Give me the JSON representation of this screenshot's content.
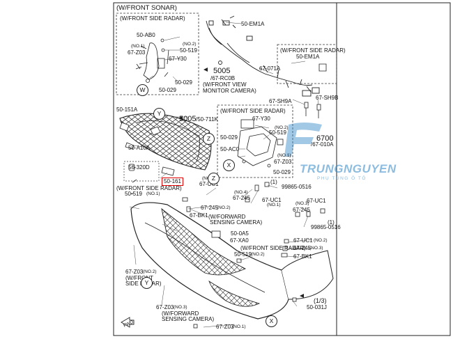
{
  "header": {
    "title": "(W/FRONT SONAR)"
  },
  "callout_left": {
    "title": "(W/FRONT SIDE RADAR)",
    "parts": [
      "50-AB0",
      "(NO.1)",
      "67-Z03",
      "(NO.2)",
      "50-519",
      "67-Y30",
      "50-029",
      "50-029"
    ],
    "circle": "W"
  },
  "harness": {
    "parts": [
      "50-EM1A",
      "5005",
      "/67-RC0B",
      "(W/FRONT VIEW",
      "MONITOR CAMERA)",
      "67-071A"
    ]
  },
  "callout_right_top": {
    "title": "(W/FRONT SIDE RADAR)",
    "part": "50-EM1A"
  },
  "connectors": {
    "parts": [
      "67-SH9A",
      "67-SH9B"
    ]
  },
  "grille": {
    "parts": [
      "50-151A",
      "5005",
      "/50-711K",
      "50-A10A",
      "56-320D",
      "50-161",
      "(W/FRONT SIDE RADAR)",
      "50-519",
      "(NO.1)"
    ],
    "circles": [
      "Y",
      "Z"
    ],
    "highlighted": "50-161"
  },
  "callout_mid": {
    "title": "(W/FRONT SIDE RADAR)",
    "parts": [
      "67-Y30",
      "(NO.2)",
      "50-519",
      "50-029",
      "50-AC0",
      "6700",
      "/67-010A",
      "(NO.1)",
      "67-Z03",
      "50-029"
    ],
    "circles": [
      "Z",
      "X"
    ]
  },
  "bumper_parts": {
    "labels": [
      "(NO.2)",
      "67-UC1",
      "67-245",
      "(NO.2)",
      "67-BK1",
      "(NO.4)",
      "67-245",
      "67-UC1",
      "(NO.1)",
      "(1)",
      "99865-0516",
      "(W/FORWARD",
      "SENSING CAMERA)",
      "50-0A5",
      "67-XA0",
      "(NO.3)",
      "67-245",
      "67-UC1",
      "(1)",
      "99865-0516",
      "67-UC1",
      "(NO.2)",
      "67-245",
      "(NO.3)",
      "67-BK1",
      "(W/FRONT SIDE RADAR)",
      "50-519",
      "(NO.2)",
      "67-Z03",
      "(NO.2)",
      "(W/FRONT",
      "SIDE RADAR)",
      "67-Z03",
      "(NO.3)",
      "(W/FORWARD",
      "SENSING CAMERA)",
      "67-Z03",
      "(NO.1)",
      "(1/3)",
      "50-031J",
      "FWD"
    ],
    "circles": [
      "X",
      "Y"
    ]
  },
  "watermark": {
    "brand": "TRUNGNGUYEN",
    "tagline": "PHỤ TÙNG Ô TÔ"
  },
  "colors": {
    "highlight": "#e00000",
    "watermark": "#2f86c6",
    "line": "#222222"
  }
}
